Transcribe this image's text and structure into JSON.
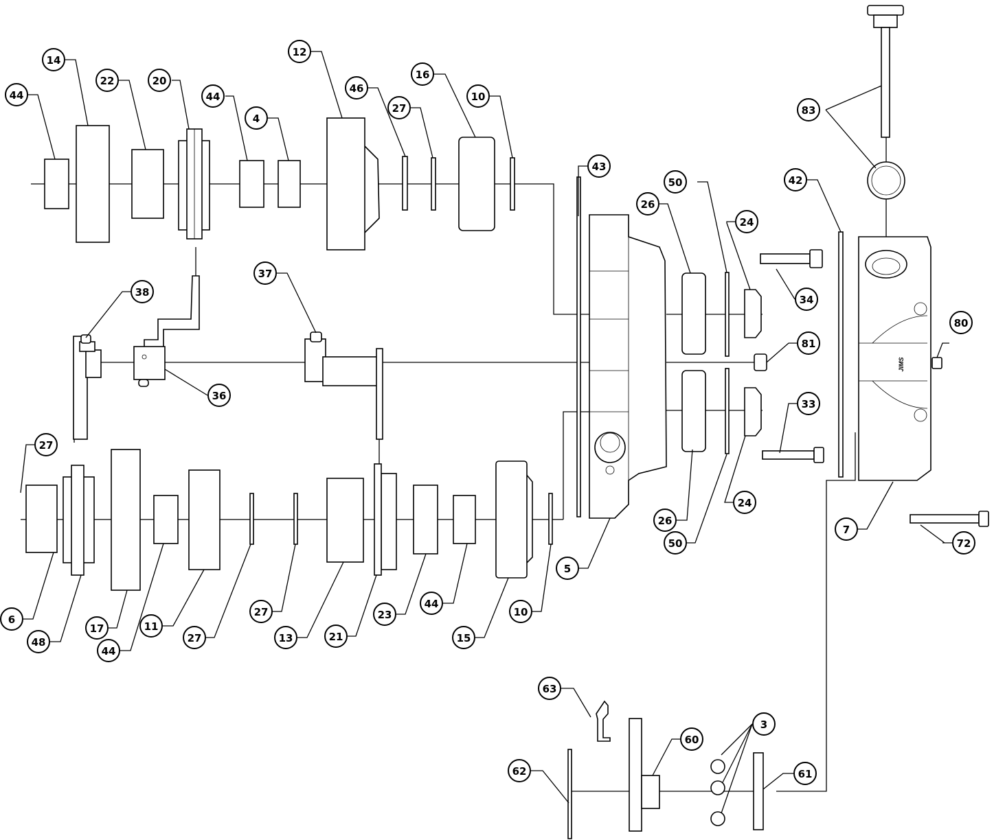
{
  "diagram": {
    "balloons": [
      {
        "id": "b-44-a",
        "label": "44"
      },
      {
        "id": "b-14",
        "label": "14"
      },
      {
        "id": "b-22",
        "label": "22"
      },
      {
        "id": "b-20",
        "label": "20"
      },
      {
        "id": "b-44-b",
        "label": "44"
      },
      {
        "id": "b-4",
        "label": "4"
      },
      {
        "id": "b-12",
        "label": "12"
      },
      {
        "id": "b-46",
        "label": "46"
      },
      {
        "id": "b-27-a",
        "label": "27"
      },
      {
        "id": "b-16",
        "label": "16"
      },
      {
        "id": "b-10-a",
        "label": "10"
      },
      {
        "id": "b-83",
        "label": "83"
      },
      {
        "id": "b-43",
        "label": "43"
      },
      {
        "id": "b-50-a",
        "label": "50"
      },
      {
        "id": "b-26-a",
        "label": "26"
      },
      {
        "id": "b-24-a",
        "label": "24"
      },
      {
        "id": "b-42",
        "label": "42"
      },
      {
        "id": "b-34",
        "label": "34"
      },
      {
        "id": "b-38",
        "label": "38"
      },
      {
        "id": "b-37",
        "label": "37"
      },
      {
        "id": "b-36",
        "label": "36"
      },
      {
        "id": "b-81",
        "label": "81"
      },
      {
        "id": "b-80",
        "label": "80"
      },
      {
        "id": "b-33",
        "label": "33"
      },
      {
        "id": "b-27-b",
        "label": "27"
      },
      {
        "id": "b-26-b",
        "label": "26"
      },
      {
        "id": "b-24-b",
        "label": "24"
      },
      {
        "id": "b-50-b",
        "label": "50"
      },
      {
        "id": "b-7",
        "label": "7"
      },
      {
        "id": "b-72",
        "label": "72"
      },
      {
        "id": "b-5",
        "label": "5"
      },
      {
        "id": "b-6",
        "label": "6"
      },
      {
        "id": "b-48",
        "label": "48"
      },
      {
        "id": "b-17",
        "label": "17"
      },
      {
        "id": "b-44-c",
        "label": "44"
      },
      {
        "id": "b-11",
        "label": "11"
      },
      {
        "id": "b-27-c",
        "label": "27"
      },
      {
        "id": "b-27-d",
        "label": "27"
      },
      {
        "id": "b-13",
        "label": "13"
      },
      {
        "id": "b-21",
        "label": "21"
      },
      {
        "id": "b-23",
        "label": "23"
      },
      {
        "id": "b-44-d",
        "label": "44"
      },
      {
        "id": "b-15",
        "label": "15"
      },
      {
        "id": "b-10-b",
        "label": "10"
      },
      {
        "id": "b-63",
        "label": "63"
      },
      {
        "id": "b-3",
        "label": "3"
      },
      {
        "id": "b-60",
        "label": "60"
      },
      {
        "id": "b-62",
        "label": "62"
      },
      {
        "id": "b-61",
        "label": "61"
      }
    ],
    "housing_logo_text": "JIMS"
  }
}
